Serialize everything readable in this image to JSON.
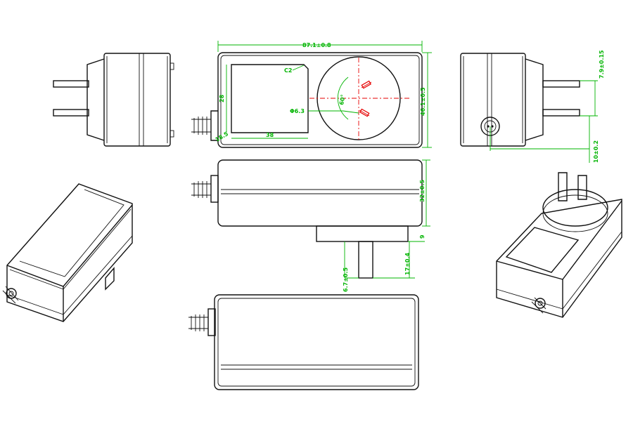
{
  "drawing": {
    "line_color": "#111111",
    "dimension_color": "#00b400",
    "centerline_color": "#e60000",
    "dimensions": {
      "length": "87.1±0.8",
      "width": "46.1±0.5",
      "label_area_height": "28",
      "label_area_width": "38",
      "label_corner": "C2",
      "label_offset": "18.5",
      "pin_hole": "Φ6.3",
      "pin_angle": "60°",
      "pin_spacing": "7.9±0.15",
      "plug_offset": "10±0.2",
      "height": "32±0.5",
      "base_step": "9",
      "pin_width": "6.7±0.5",
      "pin_length": "17±0.4"
    }
  }
}
